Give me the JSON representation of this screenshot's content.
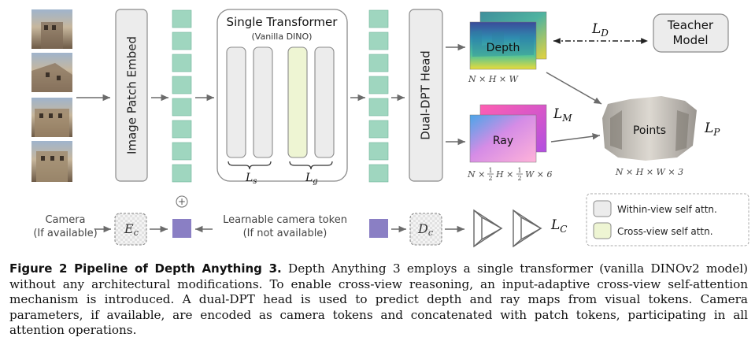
{
  "figure": {
    "patch_embed_label": "Image Patch Embed",
    "transformer": {
      "title": "Single Transformer",
      "subtitle": "(Vanilla DINO)",
      "ls_label": "L",
      "ls_sub": "s",
      "lg_label": "L",
      "lg_sub": "g"
    },
    "head_label": "Dual-DPT Head",
    "depth_label": "Depth",
    "depth_dims": "N × H × W",
    "ray_label": "Ray",
    "ray_dims_prefix": "N × ",
    "ray_dims_mid": "H × ",
    "ray_dims_suffix": "W × 6",
    "frac_num": "1",
    "frac_den": "2",
    "points_label": "Points",
    "points_dims": "N × H × W × 3",
    "teacher_line1": "Teacher",
    "teacher_line2": "Model",
    "loss_d": "D",
    "loss_m": "M",
    "loss_p": "P",
    "loss_c": "C",
    "loss_L": "L",
    "camera_line1": "Camera",
    "camera_line2": "(If available)",
    "enc_E": "E",
    "enc_D": "D",
    "enc_sub": "c",
    "plus": "+",
    "token_line1": "Learnable camera token",
    "token_line2": "(If not available)",
    "legend_within": "Within-view self attn.",
    "legend_cross": "Cross-view self attn."
  },
  "caption": {
    "lead": "Figure 2  Pipeline of Depth Anything 3.",
    "body": " Depth Anything 3 employs a single transformer (vanilla DINOv2 model) without any architectural modifications. To enable cross-view reasoning, an input-adaptive cross-view self-attention mechanism is introduced. A dual-DPT head is used to predict depth and ray maps from visual tokens. Camera parameters, if available, are encoded as camera tokens and concatenated with patch tokens, participating in all attention operations."
  },
  "colors": {
    "token_green": "#9fd6bf",
    "token_green_stroke": "#6fb49a",
    "camera_token": "#8a7fc4",
    "block_gray": "#ececec",
    "cross_block": "#eef5d3",
    "arrow": "#6b6b6b"
  }
}
